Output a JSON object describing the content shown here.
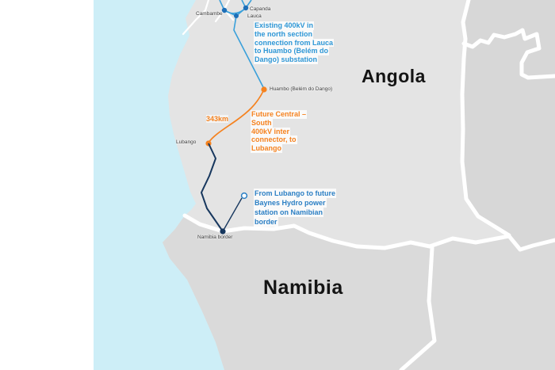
{
  "countries": {
    "angola": "Angola",
    "namibia": "Namibia"
  },
  "stations": {
    "cambambe": "Cambambe",
    "lauca": "Lauca",
    "capanda": "Capanda",
    "huambo": "Huambo (Belém do Dango)",
    "lubango": "Lubango",
    "namibia_border": "Namibia border"
  },
  "annotations": {
    "existing": {
      "color": "#2e97d6",
      "lines": [
        "Existing 400kV in",
        "the north section",
        "connection from Lauca",
        "to Huambo (Belém do",
        "Dango) substation"
      ]
    },
    "distance": "343km",
    "future": {
      "color": "#f5821f",
      "lines": [
        "Future Central –",
        "South",
        "400kV inter",
        "connector, to",
        "Lubango"
      ]
    },
    "baynes": {
      "color": "#2b7fc4",
      "lines": [
        "From Lubango to future",
        "Baynes Hydro power",
        "station on Namibian",
        "border"
      ]
    }
  },
  "legend_colors": {
    "existing_line_blue": "#3aa0da",
    "future_line_orange": "#f5821f",
    "planned_line_navy": "#17375e",
    "ocean": "#cdeef7",
    "land_angola": "#e4e4e4",
    "land_namibia": "#dadada",
    "land_neighbor": "#d7d7d7",
    "border_white": "#ffffff"
  }
}
